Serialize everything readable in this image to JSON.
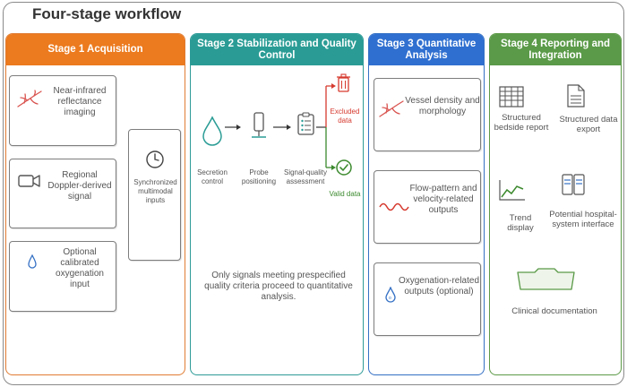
{
  "title": "Four-stage workflow",
  "stage1": {
    "heading": "Stage 1 Acquisition",
    "input_1": "Near-infrared reflectance imaging",
    "input_2": "Regional Doppler-derived signal",
    "input_3": "Optional calibrated oxygenation input",
    "sync": "Synchronized multimodal inputs"
  },
  "stage2": {
    "heading": "Stage 2 Stabilization and Quality Control",
    "step_1": "Secretion control",
    "step_2": "Probe positioning",
    "step_3": "Signal-quality assessment",
    "excluded": "Excluded data",
    "valid": "Valid data",
    "note": "Only signals meeting prespecified quality criteria proceed to quantitative analysis."
  },
  "stage3": {
    "heading": "Stage 3 Quantitative Analysis",
    "output_1": "Vessel density and morphology",
    "output_2": "Flow-pattern and velocity-related outputs",
    "output_3": "Oxygenation-related outputs (optional)"
  },
  "stage4": {
    "heading": "Stage 4 Reporting and Integration",
    "item_1": "Structured bedside report",
    "item_2": "Structured data export",
    "item_3": "Trend display",
    "item_4": "Potential hospital-system interface",
    "item_5": "Clinical documentation"
  },
  "colors": {
    "stage1": "#ec7a1e",
    "stage2": "#2a9c95",
    "stage3": "#2f6fd0",
    "stage4": "#5a9a48",
    "excluded": "#d63a2f",
    "valid": "#3c8a2e"
  }
}
